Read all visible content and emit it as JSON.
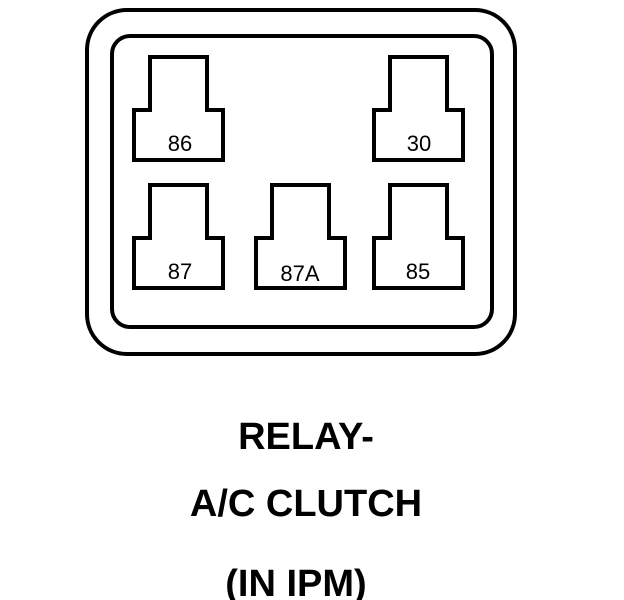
{
  "relay": {
    "pins": [
      {
        "label": "86"
      },
      {
        "label": "30"
      },
      {
        "label": "87"
      },
      {
        "label": "87A"
      },
      {
        "label": "85"
      }
    ]
  },
  "caption": {
    "line1": "RELAY-",
    "line2": "A/C CLUTCH",
    "line3": "(IN IPM)"
  }
}
